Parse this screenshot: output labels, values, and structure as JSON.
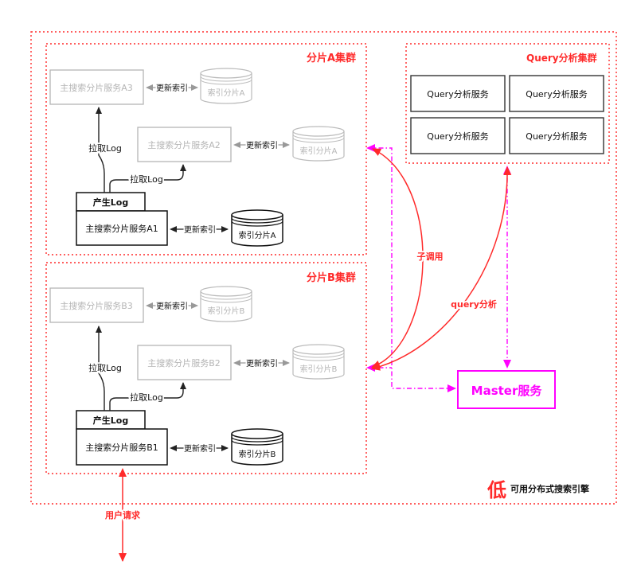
{
  "outer": {
    "low_char": "低",
    "caption": "可用分布式搜索引擎"
  },
  "cluster_a": {
    "title": "分片A集群",
    "svc3": "主搜索分片服务A3",
    "idx3": "索引分片A",
    "svc2": "主搜索分片服务A2",
    "idx2": "索引分片A",
    "svc1": "主搜索分片服务A1",
    "idx1": "索引分片A",
    "produce_log": "产生Log",
    "pull_log_1": "拉取Log",
    "pull_log_2": "拉取Log",
    "update_3": "更新索引",
    "update_2": "更新索引",
    "update_1": "更新索引"
  },
  "cluster_b": {
    "title": "分片B集群",
    "svc3": "主搜索分片服务B3",
    "idx3": "索引分片B",
    "svc2": "主搜索分片服务B2",
    "idx2": "索引分片B",
    "svc1": "主搜索分片服务B1",
    "idx1": "索引分片B",
    "produce_log": "产生Log",
    "pull_log_1": "拉取Log",
    "pull_log_2": "拉取Log",
    "update_3": "更新索引",
    "update_2": "更新索引",
    "update_1": "更新索引"
  },
  "query_cluster": {
    "title": "Query分析集群",
    "services": [
      "Query分析服务",
      "Query分析服务",
      "Query分析服务",
      "Query分析服务"
    ]
  },
  "master": {
    "label": "Master服务"
  },
  "labels": {
    "sub_call": "子调用",
    "query_analysis": "query分析",
    "user_request": "用户请求"
  },
  "colors": {
    "red": "#ff2a2a",
    "magenta": "#ff00ff",
    "gray": "#b5b5b5",
    "dark": "#111111"
  }
}
